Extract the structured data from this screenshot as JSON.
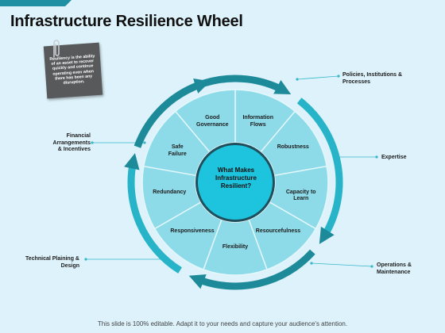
{
  "title": "Infrastructure Resilience Wheel",
  "note": "Resiliency is the ability of an asset to recover quickly and continue operating even when there has been any disruption.",
  "center": "What Makes\nInfrastructure\nResilient?",
  "segments": [
    {
      "label": "Information\nFlows"
    },
    {
      "label": "Robustness"
    },
    {
      "label": "Capacity to\nLearn"
    },
    {
      "label": "Resourcefulness"
    },
    {
      "label": "Flexibility"
    },
    {
      "label": "Responsiveness"
    },
    {
      "label": "Redundancy"
    },
    {
      "label": "Safe\nFailure"
    },
    {
      "label": "Good\nGovernance"
    }
  ],
  "outer_labels": {
    "top_right": "Policies,  Institutions &\nProcesses",
    "right": "Expertise",
    "bottom_right": "Operations &\nMaintenance",
    "left": "Financial\nArrangements\n& Incentives",
    "bottom_left": "Technical Plaining &\nDesign"
  },
  "footer": "This slide is 100% editable. Adapt it to your needs and capture your audience's attention.",
  "colors": {
    "background": "#ddf2fa",
    "segment_fill": "#8ddbe9",
    "segment_stroke": "#e4f7fb",
    "center_fill": "#1ec3dd",
    "center_ring": "#1f4f5c",
    "arrow_dark": "#1d8a9a",
    "arrow_light": "#27b4c8",
    "connector": "#35b7cc",
    "note_bg": "#58595b"
  }
}
